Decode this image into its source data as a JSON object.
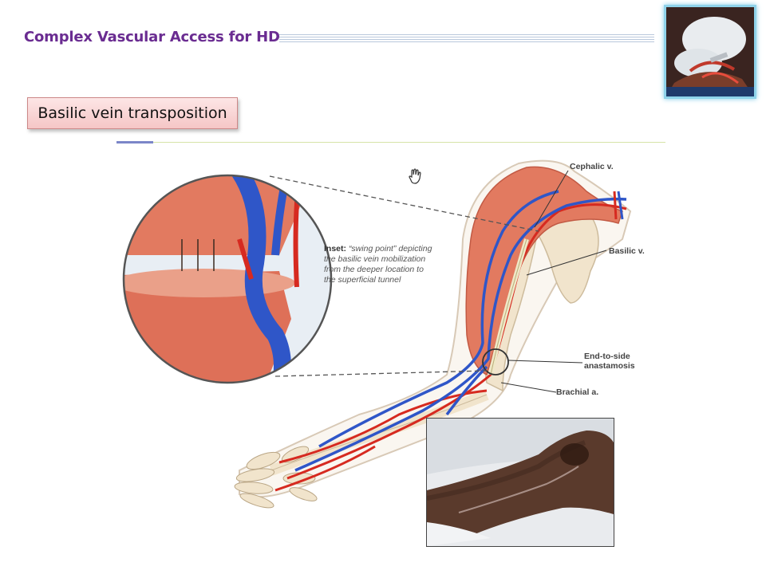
{
  "slide": {
    "title": "Complex Vascular Access for HD",
    "subtitle": "Basilic vein transposition"
  },
  "figure": {
    "labels": {
      "cephalic": "Cephalic v.",
      "basilic": "Basilic v.",
      "anastomosis_line1": "End-to-side",
      "anastomosis_line2": "anastamosis",
      "brachial": "Brachial a."
    },
    "inset": {
      "heading": "Inset:",
      "text": "“swing point” depicting the basilic vein mobilization from the deeper location to the superficial tunnel"
    }
  },
  "colors": {
    "title": "#6a2c91",
    "vein": "#2f56c8",
    "artery": "#d62a20",
    "muscle": "#e27a60",
    "bone": "#f1e4cc"
  }
}
